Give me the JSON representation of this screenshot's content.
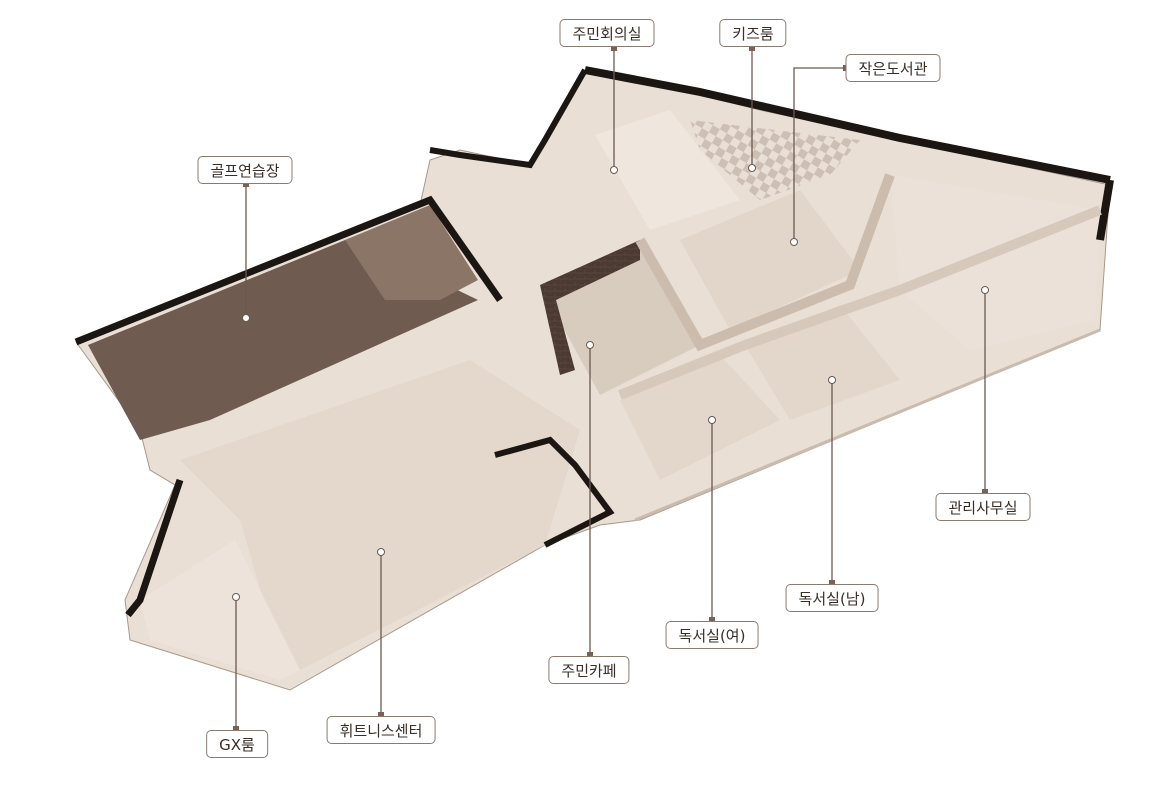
{
  "labels": {
    "resident_meeting_room": "주민회의실",
    "kids_room": "키즈룸",
    "small_library": "작은도서관",
    "golf_practice": "골프연습장",
    "management_office": "관리사무실",
    "reading_room_men": "독서실(남)",
    "reading_room_women": "독서실(여)",
    "resident_cafe": "주민카페",
    "gx_room": "GX룸",
    "fitness_center": "휘트니스센터"
  },
  "colors": {
    "floor": "#e8ddd3",
    "floor_light": "#f1e9e1",
    "wall_dark": "#1c1612",
    "wall_side": "#d7c9bc",
    "golf_floor": "#6e5a4e",
    "cafe_wall": "#4b3b32",
    "leader": "#6b5a50",
    "marker": "#7a6055"
  }
}
